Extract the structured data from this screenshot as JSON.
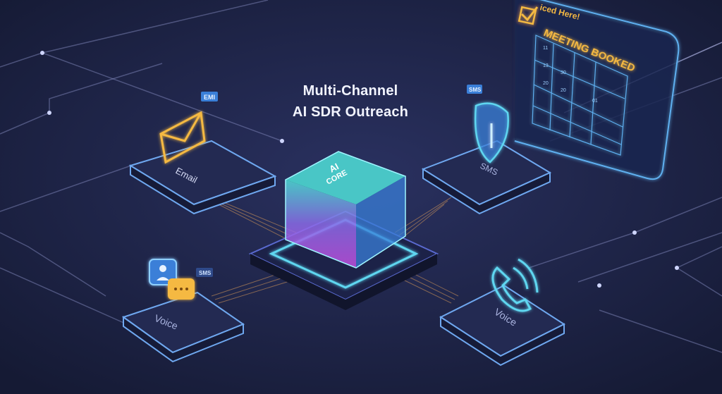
{
  "title": {
    "line1": "Multi-Channel",
    "line2": "AI SDR Outreach"
  },
  "core": {
    "line1": "AI",
    "line2": "CORE"
  },
  "channels": {
    "email": {
      "label": "Email",
      "badge": "EMI",
      "icon": "envelope-icon"
    },
    "sms": {
      "label": "SMS",
      "badge": "SMS",
      "icon": "shield-icon"
    },
    "voice_left": {
      "label": "Voice",
      "badge": "SMS",
      "icon": "chat-bubbles-icon"
    },
    "voice_right": {
      "label": "Voice",
      "icon": "phone-icon"
    }
  },
  "calendar": {
    "header": "iced Here!",
    "status": "MEETING BOOKED",
    "dates": [
      "11",
      "13",
      "30",
      "20",
      "20",
      "01"
    ],
    "icon": "checkbox-check-icon"
  },
  "colors": {
    "background": "#1b2140",
    "accent_orange": "#f5b942",
    "accent_cyan": "#5fd6f0",
    "accent_blue": "#4a8fe0",
    "core_purple": "#b050e0"
  }
}
